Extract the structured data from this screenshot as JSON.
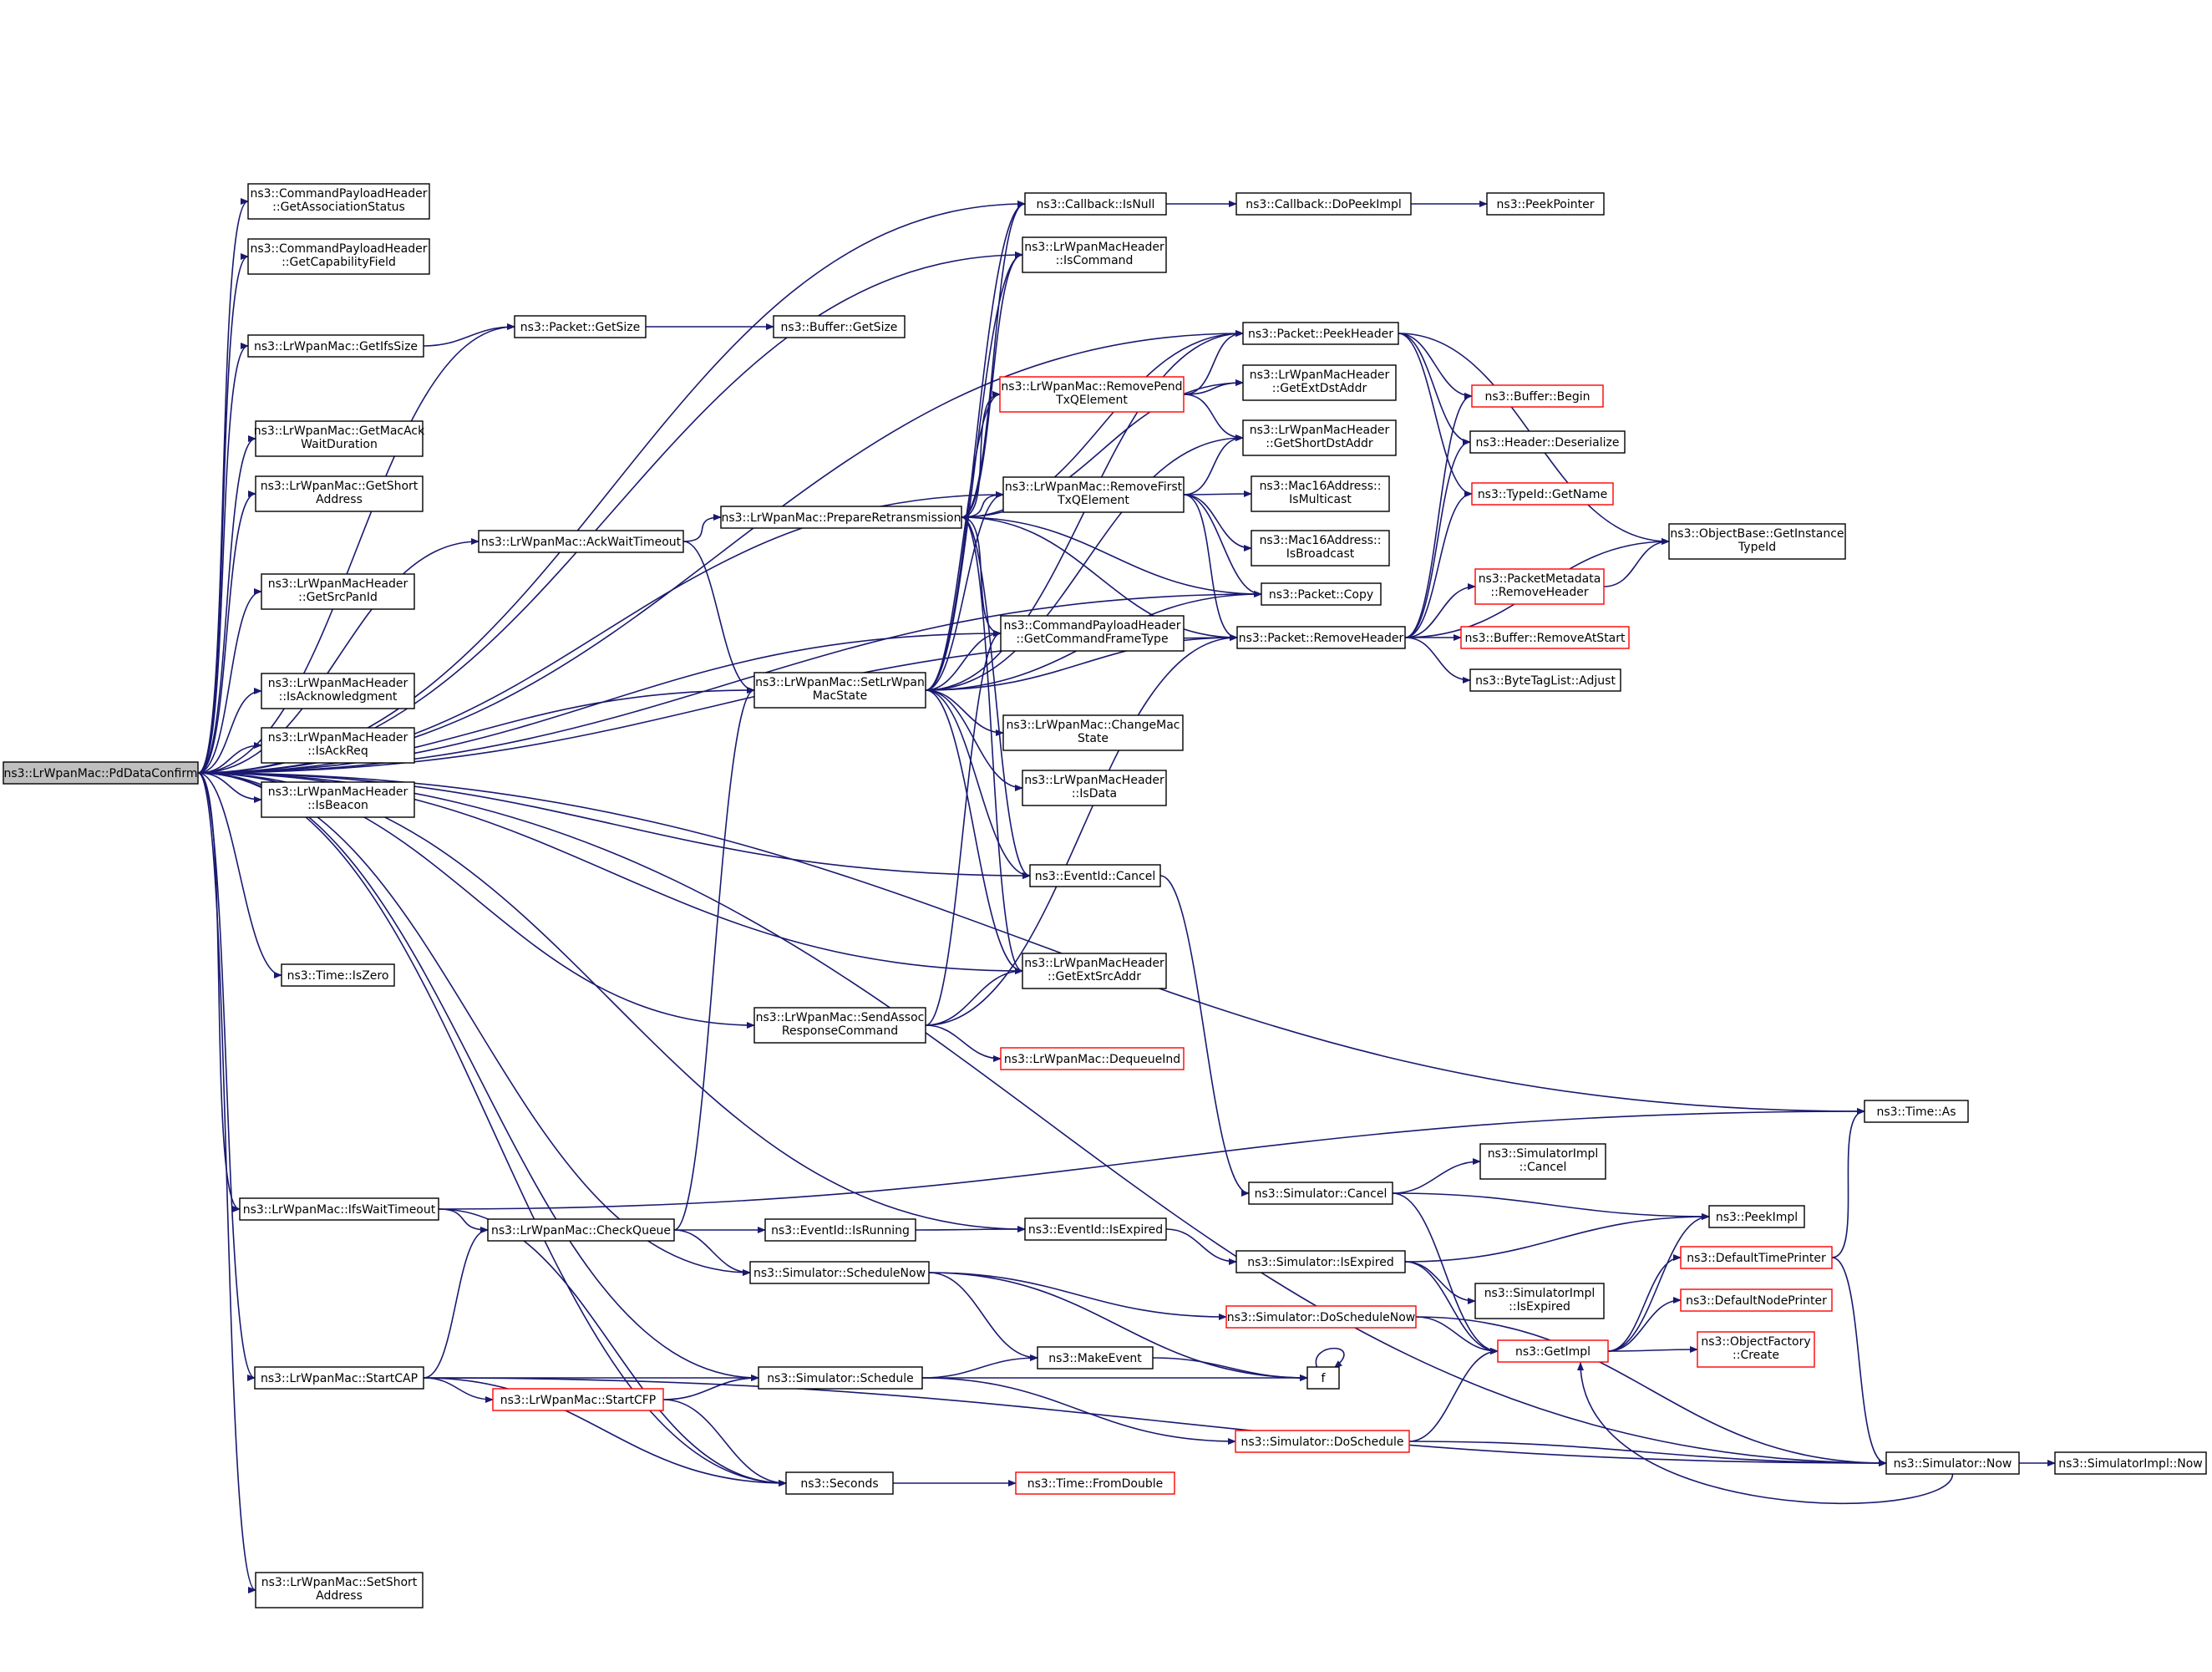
{
  "graph": {
    "root": "PdDataConfirm",
    "nodes": [
      {
        "id": "PdDataConfirm",
        "lines": [
          "ns3::LrWpanMac::PdDataConfirm"
        ],
        "style": "root"
      },
      {
        "id": "GetAssociationStatus",
        "lines": [
          "ns3::CommandPayloadHeader",
          "::GetAssociationStatus"
        ],
        "style": "normal"
      },
      {
        "id": "GetCapabilityField",
        "lines": [
          "ns3::CommandPayloadHeader",
          "::GetCapabilityField"
        ],
        "style": "normal"
      },
      {
        "id": "GetIfsSize",
        "lines": [
          "ns3::LrWpanMac::GetIfsSize"
        ],
        "style": "normal"
      },
      {
        "id": "GetMacAckWaitDuration",
        "lines": [
          "ns3::LrWpanMac::GetMacAck",
          "WaitDuration"
        ],
        "style": "normal"
      },
      {
        "id": "GetShortAddress",
        "lines": [
          "ns3::LrWpanMac::GetShort",
          "Address"
        ],
        "style": "normal"
      },
      {
        "id": "AckWaitTimeout",
        "lines": [
          "ns3::LrWpanMac::AckWaitTimeout"
        ],
        "style": "normal"
      },
      {
        "id": "GetSrcPanId",
        "lines": [
          "ns3::LrWpanMacHeader",
          "::GetSrcPanId"
        ],
        "style": "normal"
      },
      {
        "id": "IsAcknowledgment",
        "lines": [
          "ns3::LrWpanMacHeader",
          "::IsAcknowledgment"
        ],
        "style": "normal"
      },
      {
        "id": "IsAckReq",
        "lines": [
          "ns3::LrWpanMacHeader",
          "::IsAckReq"
        ],
        "style": "normal"
      },
      {
        "id": "IsBeacon",
        "lines": [
          "ns3::LrWpanMacHeader",
          "::IsBeacon"
        ],
        "style": "normal"
      },
      {
        "id": "TimeIsZero",
        "lines": [
          "ns3::Time::IsZero"
        ],
        "style": "normal"
      },
      {
        "id": "IfsWaitTimeout",
        "lines": [
          "ns3::LrWpanMac::IfsWaitTimeout"
        ],
        "style": "normal"
      },
      {
        "id": "StartCAP",
        "lines": [
          "ns3::LrWpanMac::StartCAP"
        ],
        "style": "normal"
      },
      {
        "id": "SetShortAddress",
        "lines": [
          "ns3::LrWpanMac::SetShort",
          "Address"
        ],
        "style": "normal"
      },
      {
        "id": "PacketGetSize",
        "lines": [
          "ns3::Packet::GetSize"
        ],
        "style": "normal"
      },
      {
        "id": "BufferGetSize",
        "lines": [
          "ns3::Buffer::GetSize"
        ],
        "style": "normal"
      },
      {
        "id": "PrepareRetransmission",
        "lines": [
          "ns3::LrWpanMac::PrepareRetransmission"
        ],
        "style": "normal"
      },
      {
        "id": "SetLrWpanMacState",
        "lines": [
          "ns3::LrWpanMac::SetLrWpan",
          "MacState"
        ],
        "style": "normal"
      },
      {
        "id": "SendAssocResponseCommand",
        "lines": [
          "ns3::LrWpanMac::SendAssoc",
          "ResponseCommand"
        ],
        "style": "normal"
      },
      {
        "id": "CheckQueue",
        "lines": [
          "ns3::LrWpanMac::CheckQueue"
        ],
        "style": "normal"
      },
      {
        "id": "StartCFP",
        "lines": [
          "ns3::LrWpanMac::StartCFP"
        ],
        "style": "red"
      },
      {
        "id": "CallbackIsNull",
        "lines": [
          "ns3::Callback::IsNull"
        ],
        "style": "normal"
      },
      {
        "id": "CallbackDoPeekImpl",
        "lines": [
          "ns3::Callback::DoPeekImpl"
        ],
        "style": "normal"
      },
      {
        "id": "PeekPointer",
        "lines": [
          "ns3::PeekPointer"
        ],
        "style": "normal"
      },
      {
        "id": "IsCommand",
        "lines": [
          "ns3::LrWpanMacHeader",
          "::IsCommand"
        ],
        "style": "normal"
      },
      {
        "id": "RemovePendTxQElement",
        "lines": [
          "ns3::LrWpanMac::RemovePend",
          "TxQElement"
        ],
        "style": "red"
      },
      {
        "id": "RemoveFirstTxQElement",
        "lines": [
          "ns3::LrWpanMac::RemoveFirst",
          "TxQElement"
        ],
        "style": "normal"
      },
      {
        "id": "GetCommandFrameType",
        "lines": [
          "ns3::CommandPayloadHeader",
          "::GetCommandFrameType"
        ],
        "style": "normal"
      },
      {
        "id": "ChangeMacState",
        "lines": [
          "ns3::LrWpanMac::ChangeMac",
          "State"
        ],
        "style": "normal"
      },
      {
        "id": "IsData",
        "lines": [
          "ns3::LrWpanMacHeader",
          "::IsData"
        ],
        "style": "normal"
      },
      {
        "id": "EventIdCancel",
        "lines": [
          "ns3::EventId::Cancel"
        ],
        "style": "normal"
      },
      {
        "id": "GetExtSrcAddr",
        "lines": [
          "ns3::LrWpanMacHeader",
          "::GetExtSrcAddr"
        ],
        "style": "normal"
      },
      {
        "id": "DequeueInd",
        "lines": [
          "ns3::LrWpanMac::DequeueInd"
        ],
        "style": "red"
      },
      {
        "id": "EventIdIsExpired",
        "lines": [
          "ns3::EventId::IsExpired"
        ],
        "style": "normal"
      },
      {
        "id": "EventIdIsRunning",
        "lines": [
          "ns3::EventId::IsRunning"
        ],
        "style": "normal"
      },
      {
        "id": "SimulatorScheduleNow",
        "lines": [
          "ns3::Simulator::ScheduleNow"
        ],
        "style": "normal"
      },
      {
        "id": "MakeEvent",
        "lines": [
          "ns3::MakeEvent"
        ],
        "style": "normal"
      },
      {
        "id": "SimulatorSchedule",
        "lines": [
          "ns3::Simulator::Schedule"
        ],
        "style": "normal"
      },
      {
        "id": "Seconds",
        "lines": [
          "ns3::Seconds"
        ],
        "style": "normal"
      },
      {
        "id": "TimeFromDouble",
        "lines": [
          "ns3::Time::FromDouble"
        ],
        "style": "red"
      },
      {
        "id": "PacketPeekHeader",
        "lines": [
          "ns3::Packet::PeekHeader"
        ],
        "style": "normal"
      },
      {
        "id": "GetExtDstAddr",
        "lines": [
          "ns3::LrWpanMacHeader",
          "::GetExtDstAddr"
        ],
        "style": "normal"
      },
      {
        "id": "GetShortDstAddr",
        "lines": [
          "ns3::LrWpanMacHeader",
          "::GetShortDstAddr"
        ],
        "style": "normal"
      },
      {
        "id": "Mac16IsMulticast",
        "lines": [
          "ns3::Mac16Address::",
          "IsMulticast"
        ],
        "style": "normal"
      },
      {
        "id": "Mac16IsBroadcast",
        "lines": [
          "ns3::Mac16Address::",
          "IsBroadcast"
        ],
        "style": "normal"
      },
      {
        "id": "PacketCopy",
        "lines": [
          "ns3::Packet::Copy"
        ],
        "style": "normal"
      },
      {
        "id": "PacketRemoveHeader",
        "lines": [
          "ns3::Packet::RemoveHeader"
        ],
        "style": "normal"
      },
      {
        "id": "SimulatorCancel",
        "lines": [
          "ns3::Simulator::Cancel"
        ],
        "style": "normal"
      },
      {
        "id": "SimulatorIsExpired",
        "lines": [
          "ns3::Simulator::IsExpired"
        ],
        "style": "normal"
      },
      {
        "id": "SimulatorDoScheduleNow",
        "lines": [
          "ns3::Simulator::DoScheduleNow"
        ],
        "style": "red"
      },
      {
        "id": "f",
        "lines": [
          "f"
        ],
        "style": "normal"
      },
      {
        "id": "SimulatorDoSchedule",
        "lines": [
          "ns3::Simulator::DoSchedule"
        ],
        "style": "red"
      },
      {
        "id": "BufferBegin",
        "lines": [
          "ns3::Buffer::Begin"
        ],
        "style": "red"
      },
      {
        "id": "HeaderDeserialize",
        "lines": [
          "ns3::Header::Deserialize"
        ],
        "style": "normal"
      },
      {
        "id": "TypeIdGetName",
        "lines": [
          "ns3::TypeId::GetName"
        ],
        "style": "red"
      },
      {
        "id": "PacketMetadataRemoveHeader",
        "lines": [
          "ns3::PacketMetadata",
          "::RemoveHeader"
        ],
        "style": "red"
      },
      {
        "id": "BufferRemoveAtStart",
        "lines": [
          "ns3::Buffer::RemoveAtStart"
        ],
        "style": "red"
      },
      {
        "id": "ByteTagListAdjust",
        "lines": [
          "ns3::ByteTagList::Adjust"
        ],
        "style": "normal"
      },
      {
        "id": "SimulatorImplCancel",
        "lines": [
          "ns3::SimulatorImpl",
          "::Cancel"
        ],
        "style": "normal"
      },
      {
        "id": "SimulatorImplIsExpired",
        "lines": [
          "ns3::SimulatorImpl",
          "::IsExpired"
        ],
        "style": "normal"
      },
      {
        "id": "GetImpl",
        "lines": [
          "ns3::GetImpl"
        ],
        "style": "red"
      },
      {
        "id": "ObjectBaseGetInstanceTypeId",
        "lines": [
          "ns3::ObjectBase::GetInstance",
          "TypeId"
        ],
        "style": "normal"
      },
      {
        "id": "TimeAs",
        "lines": [
          "ns3::Time::As"
        ],
        "style": "normal"
      },
      {
        "id": "PeekImpl",
        "lines": [
          "ns3::PeekImpl"
        ],
        "style": "normal"
      },
      {
        "id": "DefaultTimePrinter",
        "lines": [
          "ns3::DefaultTimePrinter"
        ],
        "style": "red"
      },
      {
        "id": "DefaultNodePrinter",
        "lines": [
          "ns3::DefaultNodePrinter"
        ],
        "style": "red"
      },
      {
        "id": "ObjectFactoryCreate",
        "lines": [
          "ns3::ObjectFactory",
          "::Create"
        ],
        "style": "red"
      },
      {
        "id": "SimulatorNow",
        "lines": [
          "ns3::Simulator::Now"
        ],
        "style": "normal"
      },
      {
        "id": "SimulatorImplNow",
        "lines": [
          "ns3::SimulatorImpl::Now"
        ],
        "style": "normal"
      }
    ],
    "edges": [
      [
        "PdDataConfirm",
        "GetAssociationStatus"
      ],
      [
        "PdDataConfirm",
        "GetCapabilityField"
      ],
      [
        "PdDataConfirm",
        "GetIfsSize"
      ],
      [
        "PdDataConfirm",
        "GetMacAckWaitDuration"
      ],
      [
        "PdDataConfirm",
        "GetShortAddress"
      ],
      [
        "PdDataConfirm",
        "AckWaitTimeout"
      ],
      [
        "PdDataConfirm",
        "GetSrcPanId"
      ],
      [
        "PdDataConfirm",
        "IsAcknowledgment"
      ],
      [
        "PdDataConfirm",
        "IsAckReq"
      ],
      [
        "PdDataConfirm",
        "IsBeacon"
      ],
      [
        "PdDataConfirm",
        "TimeIsZero"
      ],
      [
        "PdDataConfirm",
        "IfsWaitTimeout"
      ],
      [
        "PdDataConfirm",
        "StartCAP"
      ],
      [
        "PdDataConfirm",
        "SetShortAddress"
      ],
      [
        "PdDataConfirm",
        "PacketGetSize"
      ],
      [
        "PdDataConfirm",
        "CallbackIsNull"
      ],
      [
        "PdDataConfirm",
        "IsCommand"
      ],
      [
        "PdDataConfirm",
        "PacketPeekHeader"
      ],
      [
        "PdDataConfirm",
        "RemoveFirstTxQElement"
      ],
      [
        "PdDataConfirm",
        "GetCommandFrameType"
      ],
      [
        "PdDataConfirm",
        "SetLrWpanMacState"
      ],
      [
        "PdDataConfirm",
        "EventIdCancel"
      ],
      [
        "PdDataConfirm",
        "GetExtSrcAddr"
      ],
      [
        "PdDataConfirm",
        "SendAssocResponseCommand"
      ],
      [
        "PdDataConfirm",
        "PacketRemoveHeader"
      ],
      [
        "PdDataConfirm",
        "PacketCopy"
      ],
      [
        "PdDataConfirm",
        "TimeAs"
      ],
      [
        "PdDataConfirm",
        "EventIdIsExpired"
      ],
      [
        "PdDataConfirm",
        "SimulatorScheduleNow"
      ],
      [
        "PdDataConfirm",
        "SimulatorSchedule"
      ],
      [
        "PdDataConfirm",
        "Seconds"
      ],
      [
        "PdDataConfirm",
        "SimulatorNow"
      ],
      [
        "GetIfsSize",
        "PacketGetSize"
      ],
      [
        "PacketGetSize",
        "BufferGetSize"
      ],
      [
        "AckWaitTimeout",
        "PrepareRetransmission"
      ],
      [
        "AckWaitTimeout",
        "SetLrWpanMacState"
      ],
      [
        "PrepareRetransmission",
        "CallbackIsNull"
      ],
      [
        "PrepareRetransmission",
        "IsCommand"
      ],
      [
        "PrepareRetransmission",
        "PacketPeekHeader"
      ],
      [
        "PrepareRetransmission",
        "GetExtDstAddr"
      ],
      [
        "PrepareRetransmission",
        "RemovePendTxQElement"
      ],
      [
        "PrepareRetransmission",
        "RemoveFirstTxQElement"
      ],
      [
        "PrepareRetransmission",
        "PacketCopy"
      ],
      [
        "PrepareRetransmission",
        "GetCommandFrameType"
      ],
      [
        "PrepareRetransmission",
        "PacketRemoveHeader"
      ],
      [
        "PrepareRetransmission",
        "EventIdCancel"
      ],
      [
        "PrepareRetransmission",
        "GetExtSrcAddr"
      ],
      [
        "SetLrWpanMacState",
        "CallbackIsNull"
      ],
      [
        "SetLrWpanMacState",
        "IsCommand"
      ],
      [
        "SetLrWpanMacState",
        "PacketPeekHeader"
      ],
      [
        "SetLrWpanMacState",
        "RemovePendTxQElement"
      ],
      [
        "SetLrWpanMacState",
        "GetShortDstAddr"
      ],
      [
        "SetLrWpanMacState",
        "RemoveFirstTxQElement"
      ],
      [
        "SetLrWpanMacState",
        "GetCommandFrameType"
      ],
      [
        "SetLrWpanMacState",
        "ChangeMacState"
      ],
      [
        "SetLrWpanMacState",
        "IsData"
      ],
      [
        "SetLrWpanMacState",
        "EventIdCancel"
      ],
      [
        "SetLrWpanMacState",
        "GetExtSrcAddr"
      ],
      [
        "SetLrWpanMacState",
        "PacketCopy"
      ],
      [
        "SetLrWpanMacState",
        "PacketRemoveHeader"
      ],
      [
        "SendAssocResponseCommand",
        "GetCommandFrameType"
      ],
      [
        "SendAssocResponseCommand",
        "GetExtSrcAddr"
      ],
      [
        "SendAssocResponseCommand",
        "PacketRemoveHeader"
      ],
      [
        "SendAssocResponseCommand",
        "DequeueInd"
      ],
      [
        "IfsWaitTimeout",
        "CheckQueue"
      ],
      [
        "IfsWaitTimeout",
        "TimeAs"
      ],
      [
        "IfsWaitTimeout",
        "Seconds"
      ],
      [
        "CheckQueue",
        "SetLrWpanMacState"
      ],
      [
        "CheckQueue",
        "EventIdIsRunning"
      ],
      [
        "CheckQueue",
        "SimulatorScheduleNow"
      ],
      [
        "StartCAP",
        "CheckQueue"
      ],
      [
        "StartCAP",
        "SimulatorSchedule"
      ],
      [
        "StartCAP",
        "StartCFP"
      ],
      [
        "StartCAP",
        "Seconds"
      ],
      [
        "StartCAP",
        "SimulatorNow"
      ],
      [
        "StartCFP",
        "SimulatorSchedule"
      ],
      [
        "StartCFP",
        "Seconds"
      ],
      [
        "CallbackIsNull",
        "CallbackDoPeekImpl"
      ],
      [
        "CallbackDoPeekImpl",
        "PeekPointer"
      ],
      [
        "RemovePendTxQElement",
        "PacketPeekHeader"
      ],
      [
        "RemovePendTxQElement",
        "GetExtDstAddr"
      ],
      [
        "RemovePendTxQElement",
        "GetShortDstAddr"
      ],
      [
        "RemoveFirstTxQElement",
        "GetShortDstAddr"
      ],
      [
        "RemoveFirstTxQElement",
        "Mac16IsMulticast"
      ],
      [
        "RemoveFirstTxQElement",
        "Mac16IsBroadcast"
      ],
      [
        "RemoveFirstTxQElement",
        "PacketCopy"
      ],
      [
        "RemoveFirstTxQElement",
        "PacketRemoveHeader"
      ],
      [
        "EventIdCancel",
        "SimulatorCancel"
      ],
      [
        "EventIdIsRunning",
        "EventIdIsExpired"
      ],
      [
        "EventIdIsExpired",
        "SimulatorIsExpired"
      ],
      [
        "SimulatorScheduleNow",
        "MakeEvent"
      ],
      [
        "SimulatorScheduleNow",
        "SimulatorDoScheduleNow"
      ],
      [
        "SimulatorScheduleNow",
        "f"
      ],
      [
        "SimulatorSchedule",
        "MakeEvent"
      ],
      [
        "SimulatorSchedule",
        "f"
      ],
      [
        "SimulatorSchedule",
        "SimulatorDoSchedule"
      ],
      [
        "MakeEvent",
        "f"
      ],
      [
        "f",
        "f"
      ],
      [
        "Seconds",
        "TimeFromDouble"
      ],
      [
        "PacketPeekHeader",
        "BufferBegin"
      ],
      [
        "PacketPeekHeader",
        "HeaderDeserialize"
      ],
      [
        "PacketPeekHeader",
        "TypeIdGetName"
      ],
      [
        "PacketPeekHeader",
        "ObjectBaseGetInstanceTypeId"
      ],
      [
        "PacketRemoveHeader",
        "BufferBegin"
      ],
      [
        "PacketRemoveHeader",
        "HeaderDeserialize"
      ],
      [
        "PacketRemoveHeader",
        "TypeIdGetName"
      ],
      [
        "PacketRemoveHeader",
        "ObjectBaseGetInstanceTypeId"
      ],
      [
        "PacketRemoveHeader",
        "PacketMetadataRemoveHeader"
      ],
      [
        "PacketRemoveHeader",
        "BufferRemoveAtStart"
      ],
      [
        "PacketRemoveHeader",
        "ByteTagListAdjust"
      ],
      [
        "PacketMetadataRemoveHeader",
        "ObjectBaseGetInstanceTypeId"
      ],
      [
        "SimulatorCancel",
        "SimulatorImplCancel"
      ],
      [
        "SimulatorCancel",
        "PeekImpl"
      ],
      [
        "SimulatorCancel",
        "GetImpl"
      ],
      [
        "SimulatorIsExpired",
        "PeekImpl"
      ],
      [
        "SimulatorIsExpired",
        "SimulatorImplIsExpired"
      ],
      [
        "SimulatorIsExpired",
        "GetImpl"
      ],
      [
        "SimulatorDoScheduleNow",
        "GetImpl"
      ],
      [
        "SimulatorDoScheduleNow",
        "SimulatorNow"
      ],
      [
        "SimulatorDoSchedule",
        "GetImpl"
      ],
      [
        "SimulatorDoSchedule",
        "SimulatorNow"
      ],
      [
        "GetImpl",
        "PeekImpl"
      ],
      [
        "GetImpl",
        "DefaultTimePrinter"
      ],
      [
        "GetImpl",
        "DefaultNodePrinter"
      ],
      [
        "GetImpl",
        "ObjectFactoryCreate"
      ],
      [
        "DefaultTimePrinter",
        "TimeAs"
      ],
      [
        "DefaultTimePrinter",
        "SimulatorNow"
      ],
      [
        "SimulatorNow",
        "GetImpl"
      ],
      [
        "SimulatorNow",
        "SimulatorImplNow"
      ]
    ]
  }
}
